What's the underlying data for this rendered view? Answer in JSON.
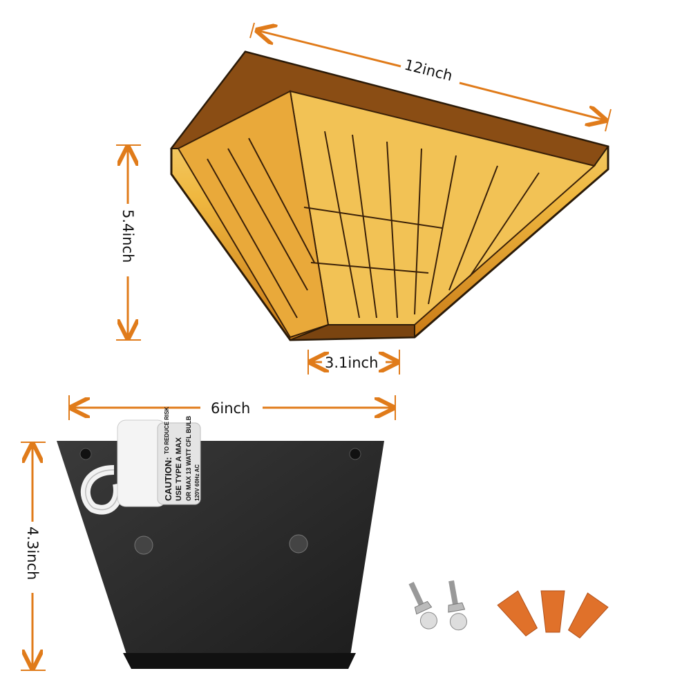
{
  "dimensions": {
    "width_top": "12inch",
    "height": "5.4inch",
    "depth": "3.1inch",
    "plate_width": "6inch",
    "plate_height": "4.3inch"
  },
  "socket_label": {
    "line1": "CAUTION:",
    "line2": "TO REDUCE RISK",
    "line3": "USE TYPE A MAX",
    "line4": "OR MAX 13 WATT CFL BULB",
    "line5": "120V 60Hz AC"
  },
  "colors": {
    "arrow": "#e07b1a",
    "glass_amber": "#d8901c",
    "glass_light": "#f5d98a",
    "frame": "#6b3a10",
    "plate": "#2a2a2a",
    "wire_nut": "#e0712a"
  }
}
